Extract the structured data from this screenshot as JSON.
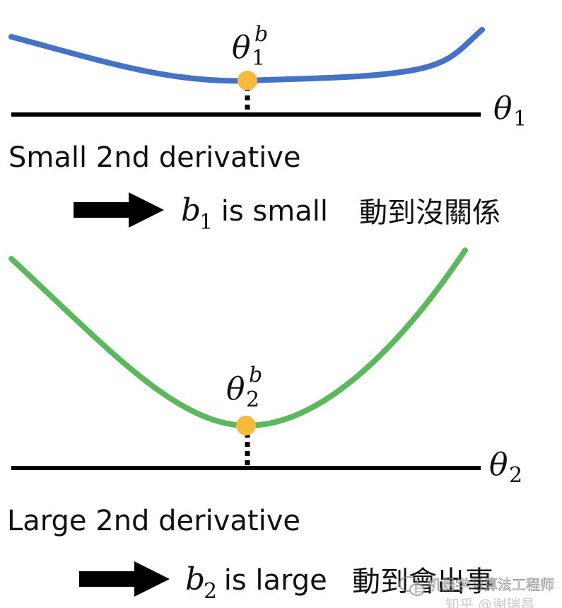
{
  "panel_top": {
    "point_symbol": "θ",
    "point_sub": "1",
    "point_sup": "b",
    "axis_symbol": "θ",
    "axis_sub": "1",
    "caption": "Small 2nd derivative",
    "result_var": "b",
    "result_sub": "1",
    "result_text": " is small",
    "result_chinese": "動到沒關係",
    "curve_color": "#4472c4",
    "point_color": "#f6b93b"
  },
  "panel_bottom": {
    "point_symbol": "θ",
    "point_sub": "2",
    "point_sup": "b",
    "axis_symbol": "θ",
    "axis_sub": "2",
    "caption": "Large 2nd derivative",
    "result_var": "b",
    "result_sub": "2",
    "result_text": " is large",
    "result_chinese": "動到會出事",
    "curve_color": "#5cb85c",
    "point_color": "#f6b93b"
  },
  "watermark": {
    "account": "机器学习算法工程师",
    "source": "知乎 @谢瑞昌"
  }
}
